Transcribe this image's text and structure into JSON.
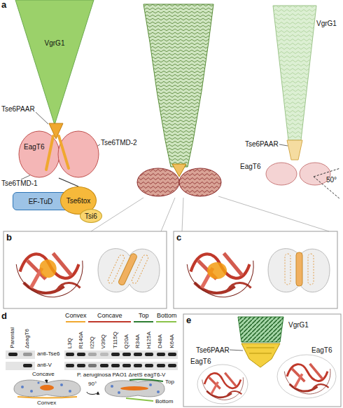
{
  "diagram": {
    "nodes": [
      {
        "text": [
          "VgrG1"
        ]
      },
      {
        "text": [
          "EagT6"
        ]
      },
      {
        "text": [
          "EF-TuD"
        ]
      },
      {
        "text": [
          "Tse6tox"
        ]
      },
      {
        "text": [
          "Tsi6"
        ]
      }
    ],
    "edges": [
      {
        "from": 1,
        "to": 3,
        "arrow": "none"
      }
    ],
    "labels": [
      "a",
      "Tse6PAAR",
      "Tse6TMD-1",
      "Tse6TMD-2",
      "VgrG1",
      "Tse6PAAR",
      "EagT6",
      "50°",
      "b",
      "c",
      "d",
      "Parental",
      "ΔeagT6",
      "anti-Tse6",
      "anti-V",
      "Convex",
      "Concave",
      "Top",
      "Bottom",
      "L3Q",
      "R140A",
      "I22Q",
      "V39Q",
      "T115Q",
      "Q20A",
      "R34A",
      "H125A",
      "D48A",
      "K64A",
      "P. aeruginosa PAO1 ΔretS eagT6-V",
      "Concave",
      "Top",
      "Convex",
      "Bottom",
      "90°",
      "e",
      "VgrG1",
      "Tse6PAAR",
      "EagT6",
      "EagT6"
    ]
  }
}
